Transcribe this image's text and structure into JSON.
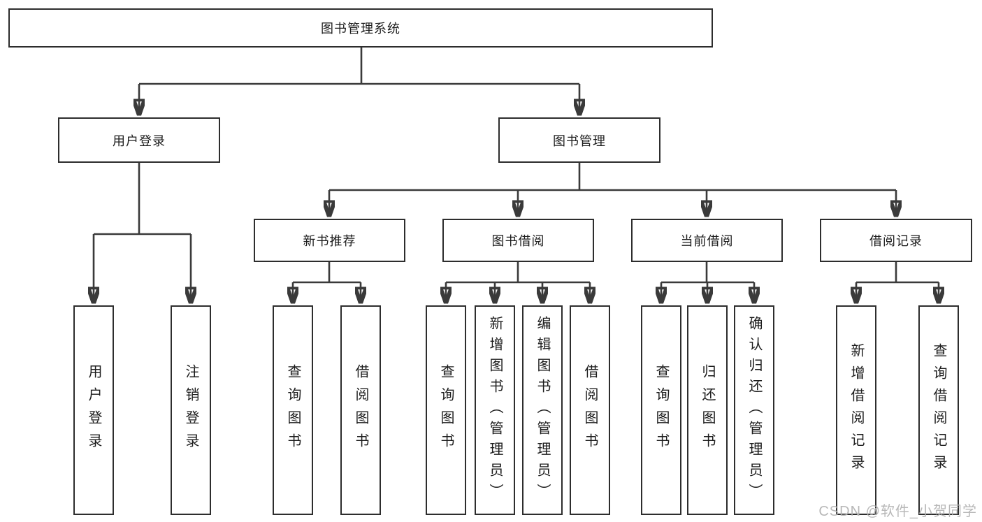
{
  "colors": {
    "line": "#3a3a3a",
    "box_border": "#2d2d2d",
    "text": "#1c1c1c",
    "watermark": "#b2b2b2"
  },
  "watermark": "CSDN @软件_小贺同学",
  "tree": {
    "label": "图书管理系统",
    "children": [
      {
        "label": "用户登录",
        "children": [
          {
            "label": "用户登录"
          },
          {
            "label": "注销登录"
          }
        ]
      },
      {
        "label": "图书管理",
        "children": [
          {
            "label": "新书推荐",
            "children": [
              {
                "label": "查询图书"
              },
              {
                "label": "借阅图书"
              }
            ]
          },
          {
            "label": "图书借阅",
            "children": [
              {
                "label": "查询图书"
              },
              {
                "label": "新增图书（管理员）"
              },
              {
                "label": "编辑图书（管理员）"
              },
              {
                "label": "借阅图书"
              }
            ]
          },
          {
            "label": "当前借阅",
            "children": [
              {
                "label": "查询图书"
              },
              {
                "label": "归还图书"
              },
              {
                "label": "确认归还（管理员）"
              }
            ]
          },
          {
            "label": "借阅记录",
            "children": [
              {
                "label": "新增借阅记录"
              },
              {
                "label": "查询借阅记录"
              }
            ]
          }
        ]
      }
    ]
  }
}
